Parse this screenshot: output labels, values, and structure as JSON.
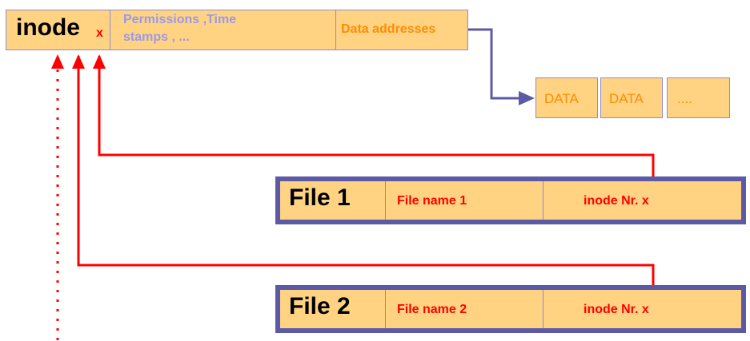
{
  "inode": {
    "title": "inode",
    "index": "x",
    "meta_line1": "Permissions ,Time",
    "meta_line2": "stamps , ...",
    "addresses": "Data addresses"
  },
  "data_blocks": [
    "DATA",
    "DATA",
    "...."
  ],
  "files": [
    {
      "label": "File 1",
      "name": "File name 1",
      "inode_ref": "inode Nr. x"
    },
    {
      "label": "File 2",
      "name": "File name 2",
      "inode_ref": "inode Nr. x"
    }
  ],
  "colors": {
    "cell_fill": "#ffd382",
    "cell_border": "#8b8bd9",
    "file_border": "#5c5aa6",
    "arrow_red": "#ff0000",
    "arrow_blue": "#5c5aa6",
    "meta_text": "#9999ee",
    "address_text": "#ff8c00"
  }
}
